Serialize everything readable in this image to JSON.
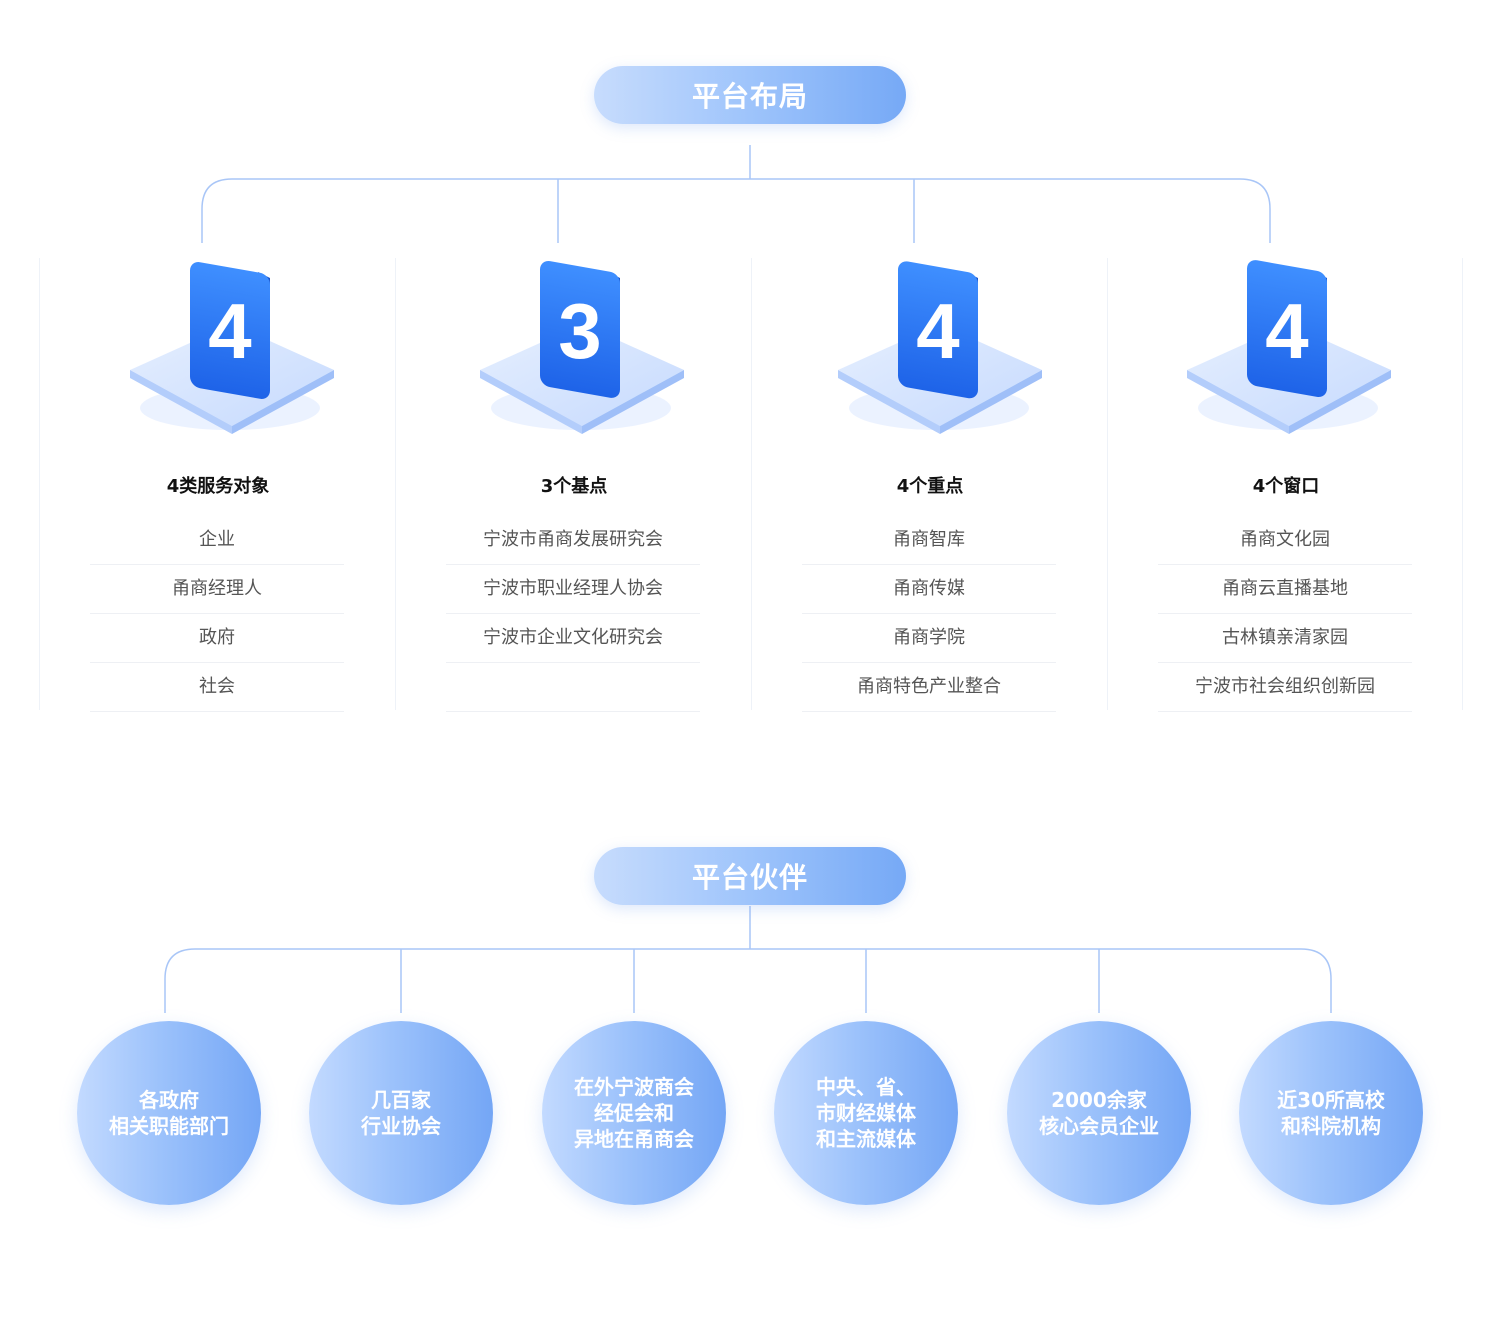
{
  "layout_section": {
    "title": "平台布局",
    "columns": [
      {
        "badge": "4",
        "title": "4类服务对象",
        "items": [
          "企业",
          "甬商经理人",
          "政府",
          "社会"
        ]
      },
      {
        "badge": "3",
        "title": "3个基点",
        "items": [
          "宁波市甬商发展研究会",
          "宁波市职业经理人协会",
          "宁波市企业文化研究会",
          ""
        ]
      },
      {
        "badge": "4",
        "title": "4个重点",
        "items": [
          "甬商智库",
          "甬商传媒",
          "甬商学院",
          "甬商特色产业整合"
        ]
      },
      {
        "badge": "4",
        "title": "4个窗口",
        "items": [
          "甬商文化园",
          "甬商云直播基地",
          "古林镇亲清家园",
          "宁波市社会组织创新园"
        ]
      }
    ]
  },
  "partners_section": {
    "title": "平台伙伴",
    "partners": [
      {
        "lines": [
          "各政府",
          "相关职能部门"
        ]
      },
      {
        "lines": [
          "几百家",
          "行业协会"
        ]
      },
      {
        "lines": [
          "在外宁波商会",
          "经促会和",
          "异地在甬商会"
        ]
      },
      {
        "lines": [
          "中央、省、",
          "市财经媒体",
          "和主流媒体"
        ]
      },
      {
        "lines": [
          "2000余家",
          "核心会员企业"
        ]
      },
      {
        "lines": [
          "近30所高校",
          "和科院机构"
        ]
      }
    ]
  },
  "colors": {
    "line": "#a9c6f7",
    "badge_top": "#3d8cff",
    "badge_bottom": "#1f66ea",
    "platform": "#cfe0ff"
  }
}
